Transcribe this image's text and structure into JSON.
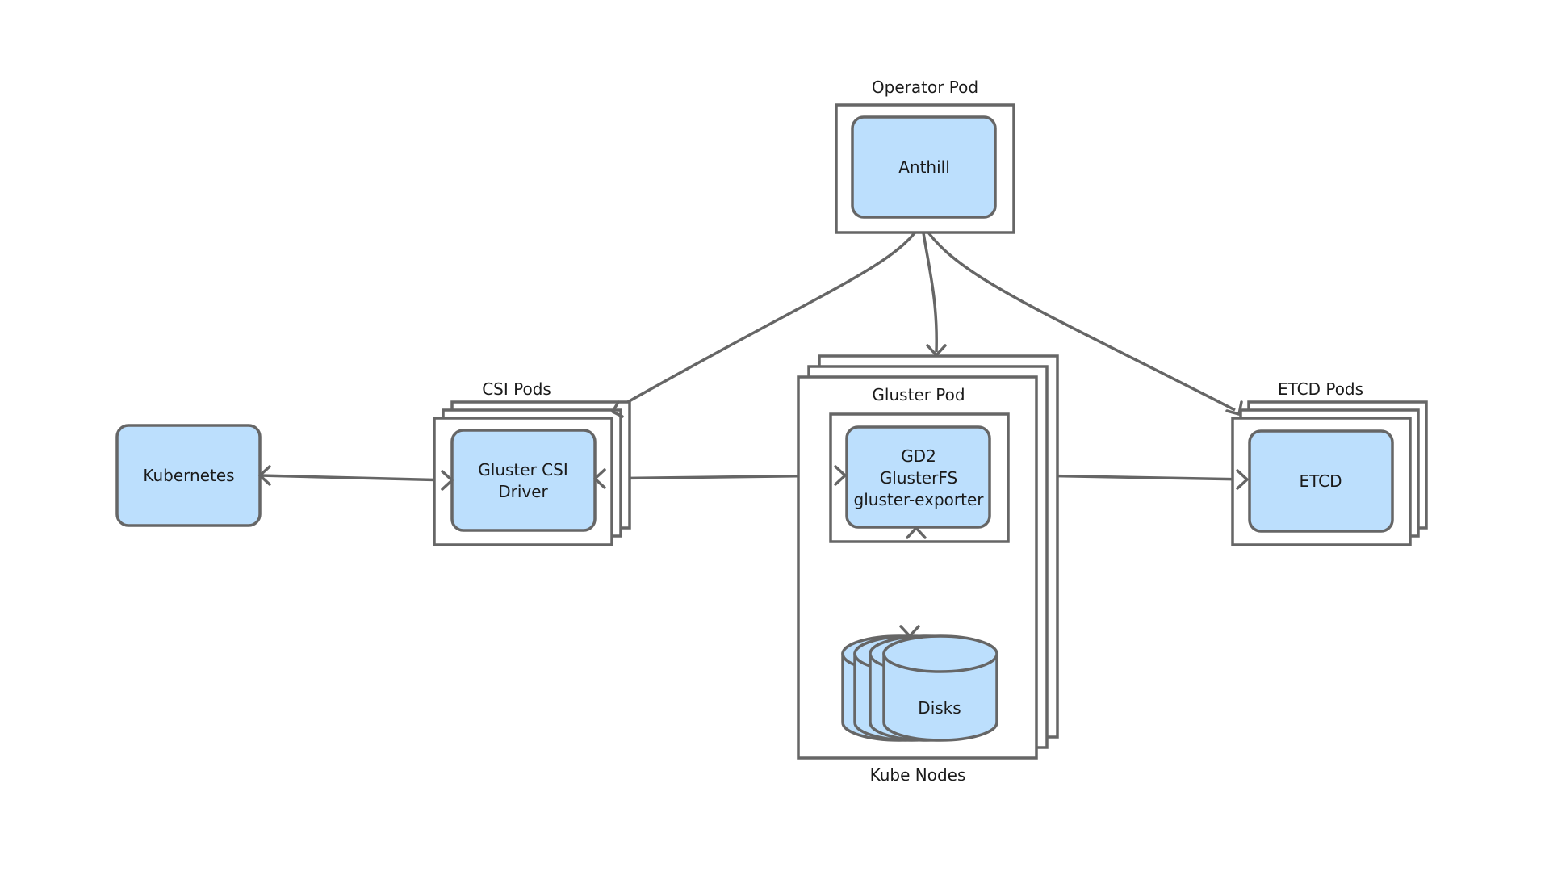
{
  "colors": {
    "component_fill": "#bcdffd",
    "stroke": "#666666",
    "background": "#ffffff"
  },
  "groups": {
    "operator_pod": "Operator Pod",
    "csi_pods": "CSI Pods",
    "gluster_pod": "Gluster Pod",
    "etcd_pods": "ETCD Pods",
    "kube_nodes": "Kube Nodes"
  },
  "nodes": {
    "kubernetes": "Kubernetes",
    "anthill": "Anthill",
    "csi_driver": [
      "Gluster CSI",
      "Driver"
    ],
    "gd2": [
      "GD2",
      "GlusterFS",
      "gluster-exporter"
    ],
    "etcd": "ETCD",
    "disks": "Disks"
  },
  "edges": [
    {
      "from": "Anthill",
      "to": "Gluster CSI Driver",
      "direction": "forward"
    },
    {
      "from": "Anthill",
      "to": "Gluster Pod",
      "direction": "forward"
    },
    {
      "from": "Anthill",
      "to": "ETCD Pods",
      "direction": "forward"
    },
    {
      "from": "Kubernetes",
      "to": "Gluster CSI Driver",
      "direction": "both"
    },
    {
      "from": "Gluster CSI Driver",
      "to": "GD2",
      "direction": "both"
    },
    {
      "from": "GD2",
      "to": "ETCD",
      "direction": "forward"
    },
    {
      "from": "GD2",
      "to": "Disks",
      "direction": "both"
    }
  ]
}
